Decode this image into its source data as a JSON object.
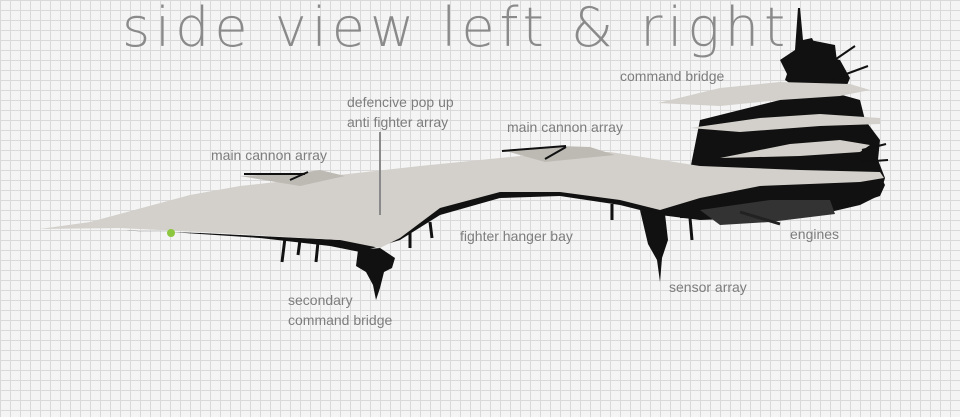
{
  "title": "side view left & right",
  "labels": {
    "command_bridge": "command bridge",
    "defence_line1": "defencive pop up",
    "defence_line2": "anti fighter array",
    "main_cannon_left": "main cannon array",
    "main_cannon_right": "main cannon array",
    "fighter_hanger_bay": "fighter hanger bay",
    "engines": "engines",
    "sensor_array": "sensor array",
    "secondary_line1": "secondary",
    "secondary_line2": "command bridge"
  },
  "colors": {
    "hull": "#d3d0cb",
    "dark": "#111111",
    "label_text": "#7d7d7d",
    "title_text": "#8a8a8a",
    "grid": "#d9d9d9",
    "marker": "#8dc63f"
  }
}
